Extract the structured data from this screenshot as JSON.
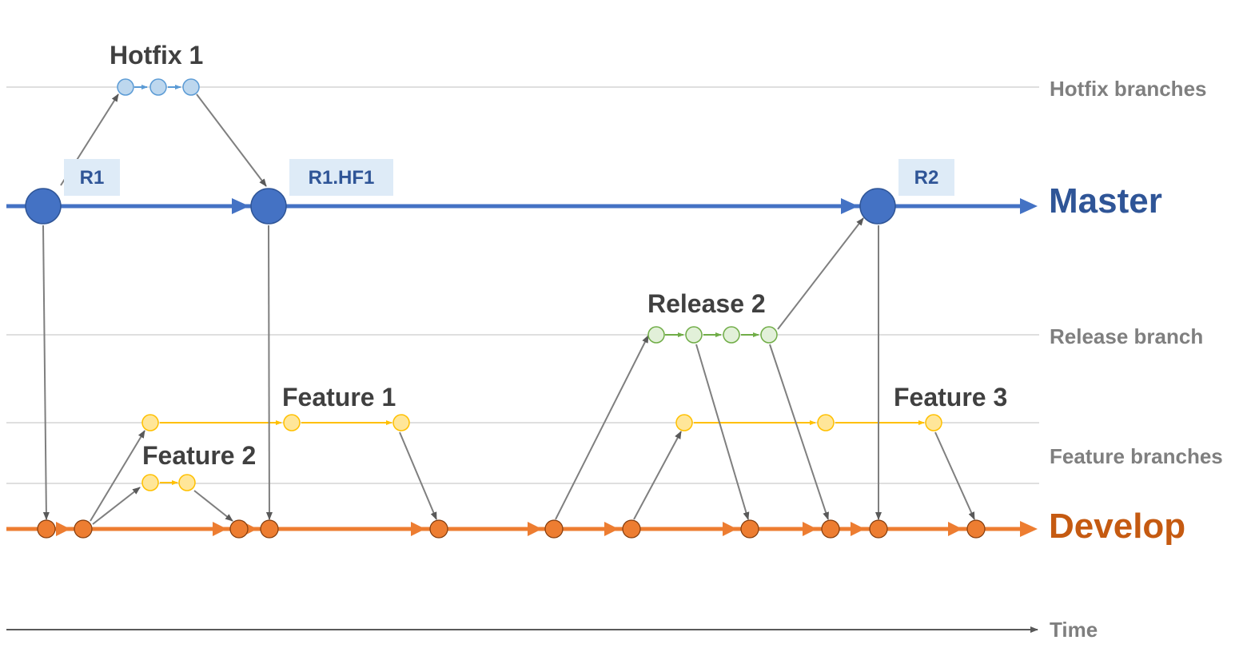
{
  "lanes": {
    "hotfix": "Hotfix branches",
    "master": "Master",
    "release": "Release branch",
    "feature": "Feature branches",
    "develop": "Develop",
    "time": "Time"
  },
  "branches": {
    "hotfix1": "Hotfix 1",
    "release2": "Release 2",
    "feature1": "Feature 1",
    "feature2": "Feature 2",
    "feature3": "Feature 3"
  },
  "tags": {
    "r1": "R1",
    "r1hf1": "R1.HF1",
    "r2": "R2"
  },
  "colors": {
    "master": "#4472c4",
    "master_text": "#2f5597",
    "develop": "#ed7d31",
    "develop_text": "#c55a11",
    "hotfix": "#bdd7ee",
    "hotfix_line": "#5b9bd5",
    "release": "#e2f0d9",
    "release_line": "#70ad47",
    "feature": "#ffe699",
    "feature_line": "#ffc000",
    "connector": "#7f7f7f",
    "lane_label": "#7f7f7f",
    "tag_bg": "#deebf7"
  }
}
